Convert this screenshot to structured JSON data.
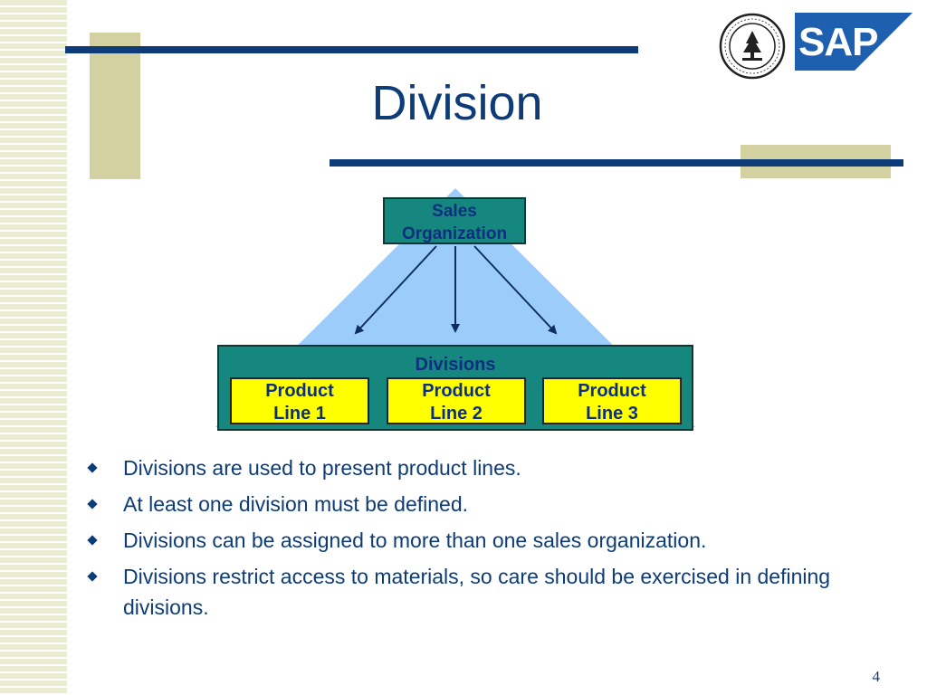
{
  "slide": {
    "title": "Division",
    "page_number": "4"
  },
  "logos": {
    "sap_text": "SAP"
  },
  "diagram": {
    "sales_org": "Sales Organization",
    "divisions_label": "Divisions",
    "product_lines": [
      {
        "line1": "Product",
        "line2": "Line 1"
      },
      {
        "line1": "Product",
        "line2": "Line 2"
      },
      {
        "line1": "Product",
        "line2": "Line 3"
      }
    ]
  },
  "bullets": [
    "Divisions are used to present product lines.",
    "At least one division must be defined.",
    "Divisions can be assigned to more than one sales organization.",
    "Divisions restrict access to materials, so care should be exercised in defining divisions."
  ],
  "colors": {
    "title_blue": "#0d3c78",
    "teal": "#16877f",
    "yellow": "#ffff00",
    "light_blue": "#9ccdfa",
    "tan": "#d3d0a2"
  }
}
